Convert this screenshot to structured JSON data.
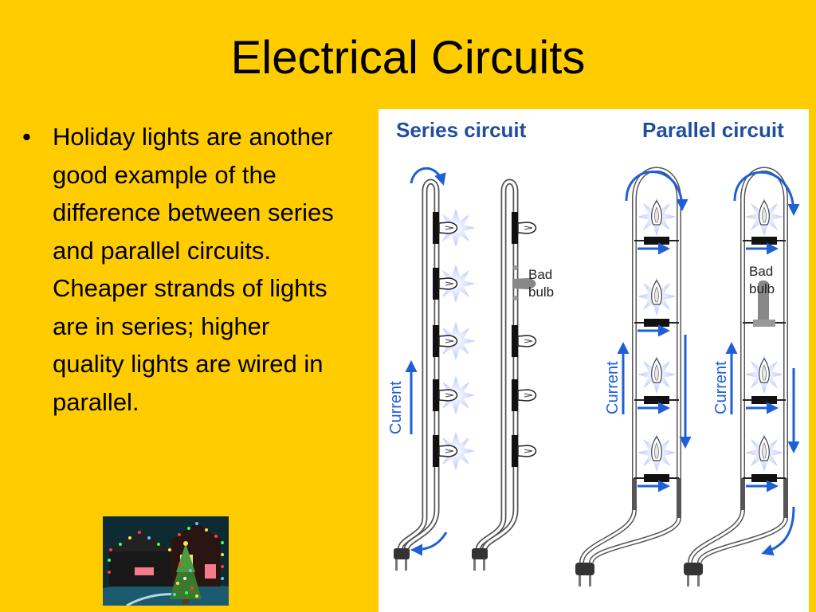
{
  "slide": {
    "title": "Electrical Circuits",
    "bullets": [
      "Holiday lights are another good example of the difference between series and parallel circuits. Cheaper strands of lights are in series; higher quality lights are wired in parallel."
    ]
  },
  "diagram": {
    "series_title": "Series circuit",
    "parallel_title": "Parallel circuit",
    "current_label": "Current",
    "bad_bulb_line1": "Bad",
    "bad_bulb_line2": "bulb"
  },
  "colors": {
    "background": "#FFCC00",
    "heading_blue": "#1F4E9C",
    "arrow_blue": "#1E5FD6",
    "glow": "#C7D3FF"
  }
}
